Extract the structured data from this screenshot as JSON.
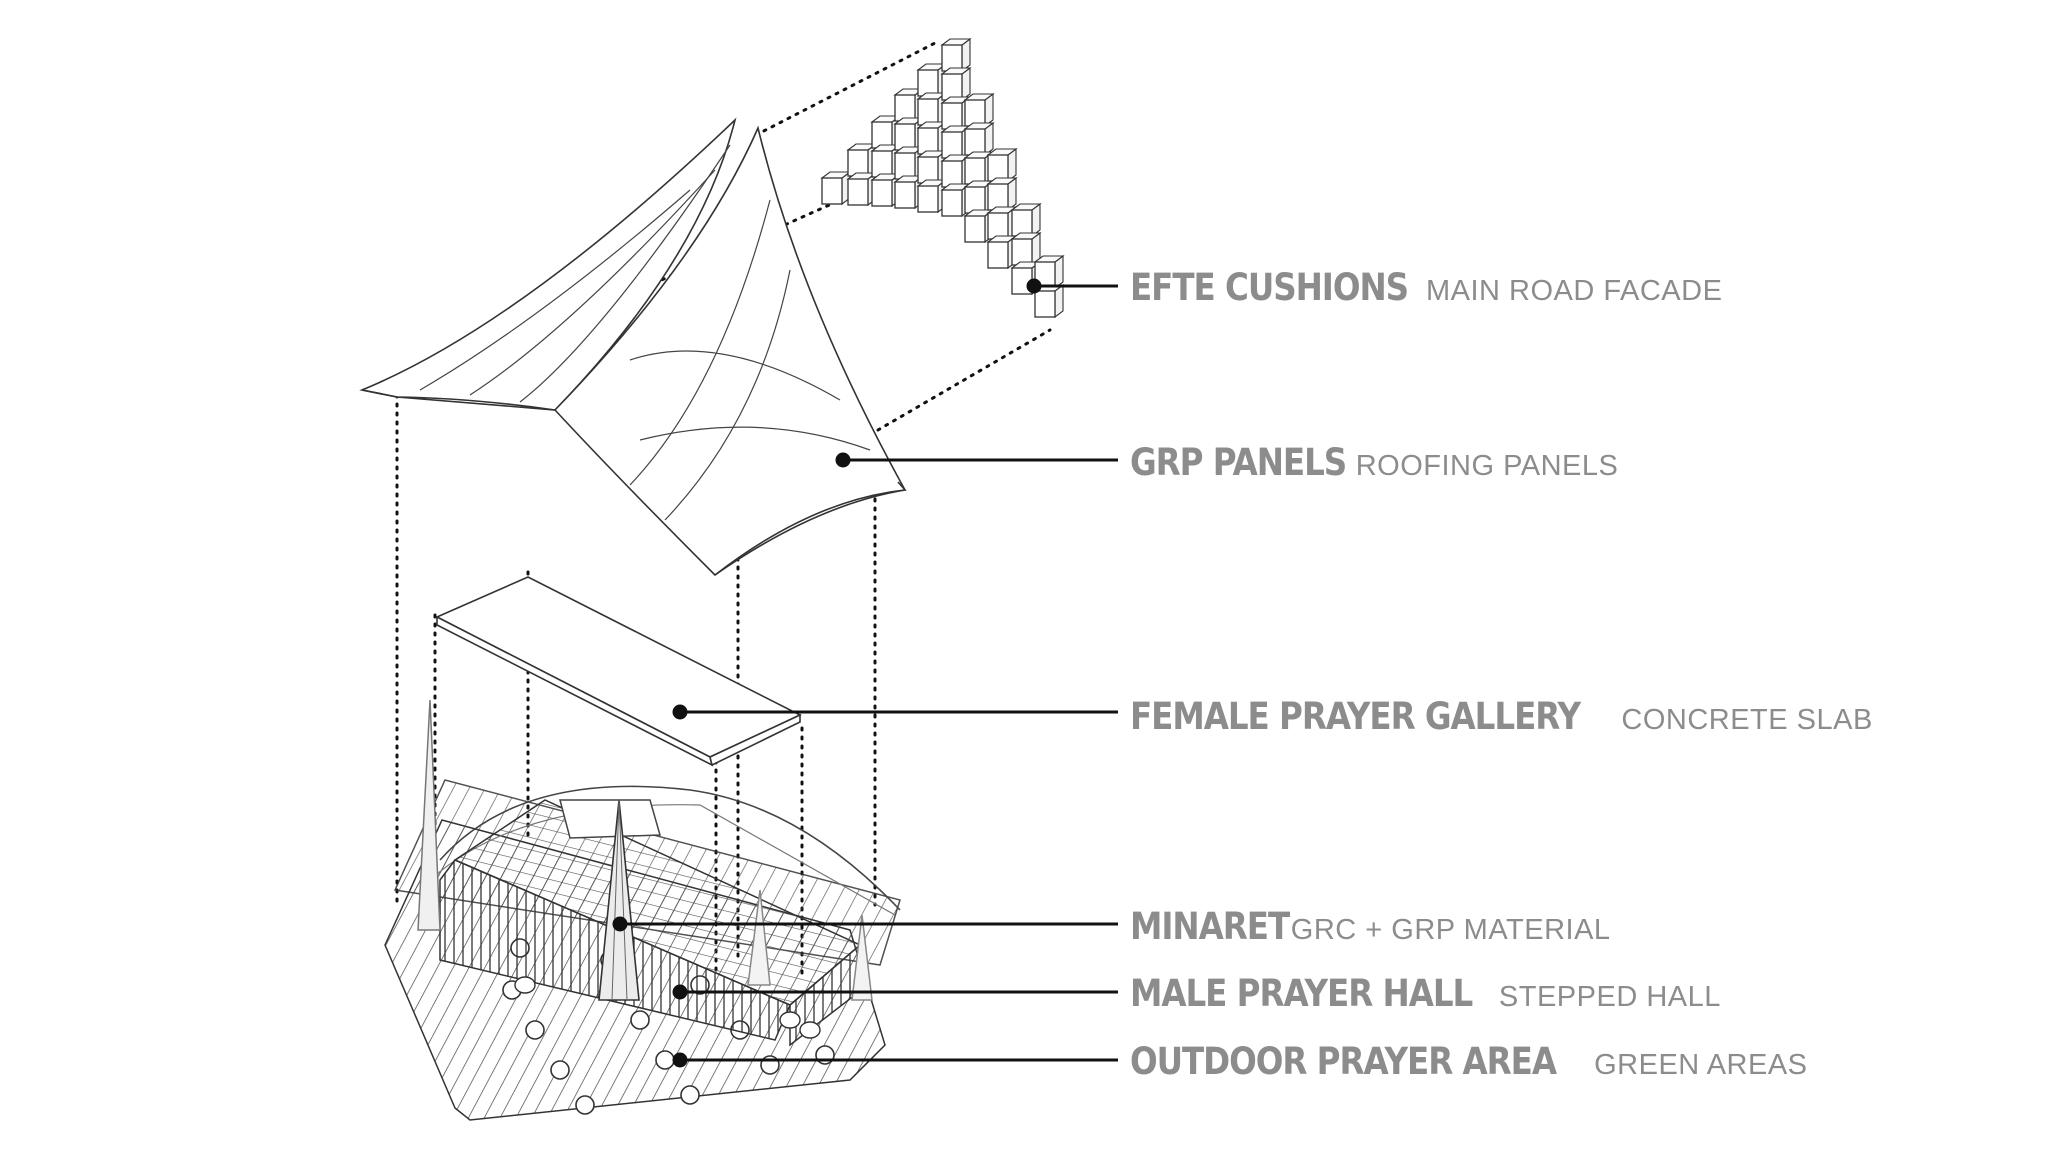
{
  "labels": [
    {
      "id": "efte",
      "title": "EFTE CUSHIONS",
      "subtitle": "MAIN ROAD FACADE"
    },
    {
      "id": "grp",
      "title": "GRP PANELS",
      "subtitle": "ROOFING PANELS"
    },
    {
      "id": "gallery",
      "title": "FEMALE PRAYER GALLERY",
      "subtitle": "CONCRETE SLAB"
    },
    {
      "id": "minaret",
      "title": "MINARET",
      "subtitle": "GRC + GRP MATERIAL"
    },
    {
      "id": "hall",
      "title": "MALE PRAYER HALL",
      "subtitle": "STEPPED HALL"
    },
    {
      "id": "outdoor",
      "title": "OUTDOOR PRAYER AREA",
      "subtitle": "GREEN AREAS"
    }
  ],
  "colors": {
    "label": "#8c8c8c",
    "line": "#1a1a1a",
    "drawing": "#555555"
  }
}
